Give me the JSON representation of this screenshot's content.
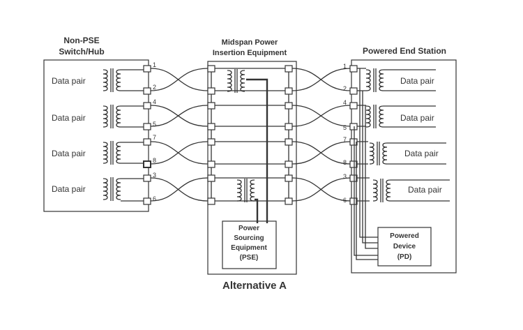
{
  "diagram": {
    "title": "Alternative A",
    "switch": {
      "label_line1": "Non-PSE",
      "label_line2": "Switch/Hub"
    },
    "midspan": {
      "label_line1": "Midspan Power",
      "label_line2": "Insertion Equipment"
    },
    "station": {
      "label": "Powered End Station"
    },
    "pse": {
      "line1": "Power",
      "line2": "Sourcing",
      "line3": "Equipment",
      "line4": "(PSE)"
    },
    "pd": {
      "line1": "Powered",
      "line2": "Device",
      "line3": "(PD)"
    },
    "data_pair_label": "Data pair",
    "pins": [
      "1",
      "2",
      "4",
      "5",
      "7",
      "8",
      "3",
      "6"
    ]
  }
}
